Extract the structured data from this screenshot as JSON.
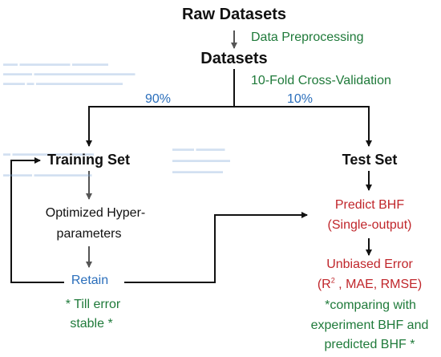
{
  "nodes": {
    "raw_datasets": "Raw Datasets",
    "datasets": "Datasets",
    "training_set": "Training Set",
    "test_set": "Test Set",
    "hyper_line1": "Optimized Hyper-",
    "hyper_line2": "parameters",
    "retain": "Retain",
    "till_error_line1": "* Till error",
    "till_error_line2": "stable *",
    "predict_line1": "Predict BHF",
    "predict_line2": "(Single-output)",
    "error_line1": "Unbiased Error",
    "error_line2_prefix": "(R",
    "error_line2_sup": "2",
    "error_line2_suffix": " , MAE, RMSE)",
    "comparing_line1": "*comparing with",
    "comparing_line2": "experiment BHF and",
    "comparing_line3": "predicted BHF *"
  },
  "edges": {
    "preprocessing": "Data Preprocessing",
    "cross_validation": "10-Fold Cross-Validation",
    "train_split": "90%",
    "test_split": "10%"
  },
  "colors": {
    "black": "#111111",
    "green": "#1f7a3a",
    "blue": "#2a6ebb",
    "red": "#c0262b"
  }
}
